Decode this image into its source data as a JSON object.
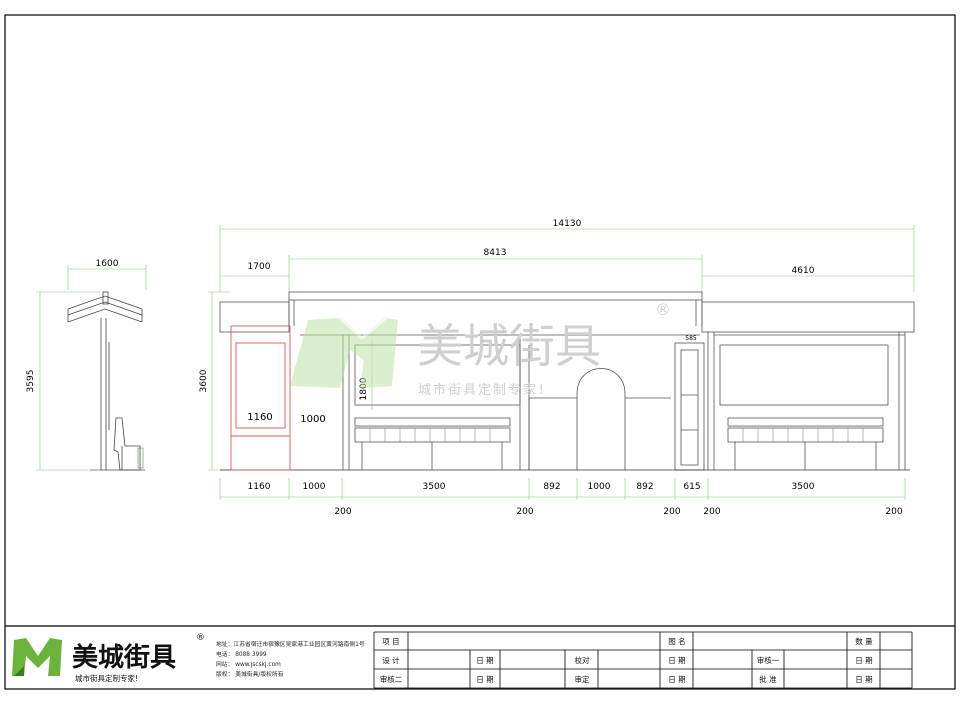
{
  "dimensions": {
    "side_width": "1600",
    "side_height": "3595",
    "total_width": "14130",
    "center_width": "8413",
    "left_offset": "1700",
    "right_width": "4610",
    "height": "3600",
    "seat_height": "1800",
    "panel_width_label": "1160",
    "gap_label": "1000",
    "small_label": "585",
    "bottom_row": [
      "1160",
      "1000",
      "3500",
      "892",
      "1000",
      "892",
      "615",
      "3500"
    ],
    "base_row": [
      "200",
      "200",
      "200",
      "200",
      "200"
    ]
  },
  "watermark": {
    "brand": "美城街具",
    "slogan": "城市街具定制专家！",
    "registered": "®"
  },
  "title_block": {
    "logo_brand": "美城街具",
    "logo_slogan": "城市街具定制专家!",
    "registered": "®",
    "address_lines": [
      "地址：江苏省宿迁市宿豫区吴家港工业园区黄河路南侧1号",
      "电话：  8088 3999",
      "网站：  www.jscskj.com",
      "版权：  美城街具/版权所有"
    ],
    "rows": [
      [
        "项  目",
        "",
        "",
        "",
        "图  名",
        "",
        "数  量"
      ],
      [
        "设  计",
        "日  期",
        "校对",
        "日  期",
        "审核一",
        "日  期"
      ],
      [
        "审核二",
        "日  期",
        "审定",
        "日  期",
        "批  准",
        "日  期"
      ]
    ]
  }
}
